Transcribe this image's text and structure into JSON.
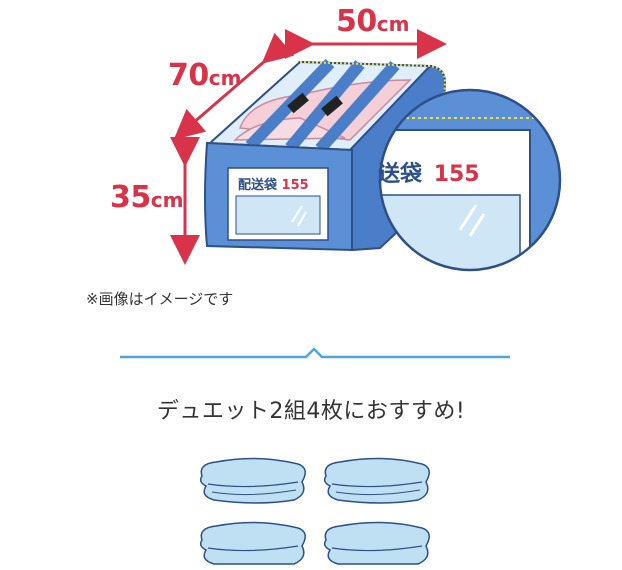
{
  "dimensions": {
    "width": {
      "value": "50",
      "unit": "cm"
    },
    "depth": {
      "value": "70",
      "unit": "cm"
    },
    "height": {
      "value": "35",
      "unit": "cm"
    }
  },
  "bag": {
    "label_text": "配送袋",
    "label_number": "155",
    "zoom_text": "送袋",
    "zoom_number": "155"
  },
  "note": "※画像はイメージです",
  "headline": "デュエット2組4枚におすすめ!",
  "colors": {
    "accent": "#d9334a",
    "bag_blue": "#5b8fd6",
    "bag_dark": "#2d4f8a",
    "divider": "#4fa6d6",
    "zipper": "#e6e04a",
    "quilt": "#bfe0f2"
  },
  "quilts": [
    "quilt",
    "quilt",
    "quilt",
    "quilt"
  ]
}
